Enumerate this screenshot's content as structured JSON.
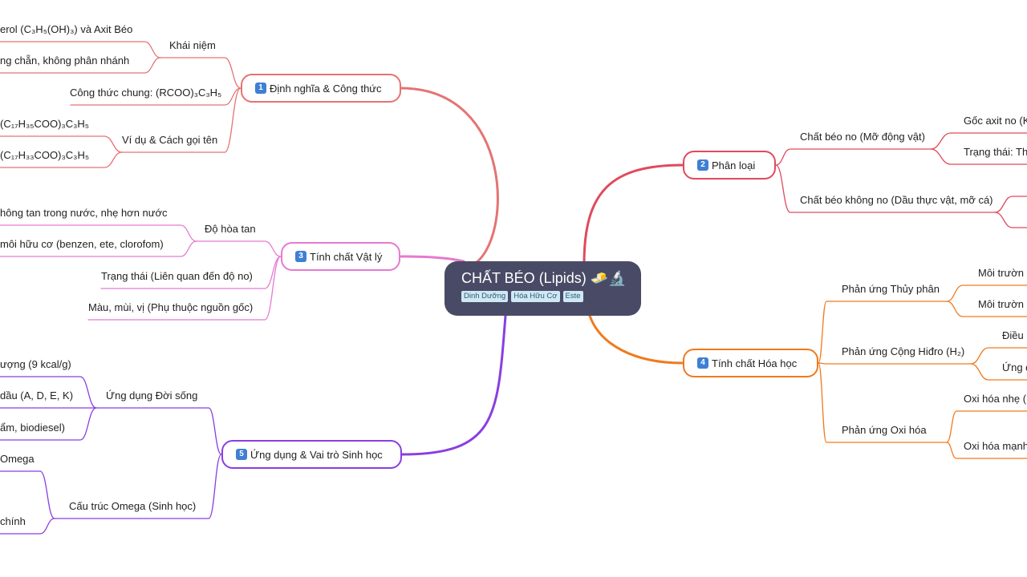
{
  "center": {
    "title": "CHẤT BÉO (Lipids) 🧈🔬",
    "tags": [
      "Dinh Dưỡng",
      "Hóa Hữu Cơ",
      "Este"
    ]
  },
  "branches": [
    {
      "num": "1",
      "label": "Định nghĩa & Công thức",
      "color": "#e57373",
      "children": [
        {
          "label": "Khái niệm",
          "children": [
            "erol (C₃H₅(OH)₃) và Axit Béo",
            "ng chẵn, không phân nhánh"
          ]
        },
        {
          "label": "Công thức chung: (RCOO)₃C₃H₅"
        },
        {
          "label": "Ví dụ & Cách gọi tên",
          "children": [
            "(C₁₇H₃₅COO)₃C₃H₅",
            "(C₁₇H₃₃COO)₃C₃H₅"
          ]
        }
      ]
    },
    {
      "num": "2",
      "label": "Phân loại",
      "color": "#e04a5c",
      "children": [
        {
          "label": "Chất béo no (Mỡ động vật)",
          "children": [
            "Gốc axit no (K",
            "Trạng thái: Th"
          ]
        },
        {
          "label": "Chất béo không no (Dầu thực vật, mỡ cá)",
          "children": [
            "",
            ""
          ]
        }
      ]
    },
    {
      "num": "3",
      "label": "Tính chất Vật lý",
      "color": "#e57ad0",
      "children": [
        {
          "label": "Độ hòa tan",
          "children": [
            "hông tan trong nước, nhẹ hơn nước",
            "môi hữu cơ (benzen, ete, clorofom)"
          ]
        },
        {
          "label": "Trạng thái (Liên quan đến độ no)"
        },
        {
          "label": "Màu, mùi, vị (Phụ thuộc nguồn gốc)"
        }
      ]
    },
    {
      "num": "4",
      "label": "Tính chất Hóa học",
      "color": "#f07a1e",
      "children": [
        {
          "label": "Phản ứng Thủy phân",
          "children": [
            "Môi trườn",
            "Môi trườn"
          ]
        },
        {
          "label": "Phản ứng Cộng Hiđro (H₂)",
          "children": [
            "Điều",
            "Ứng d"
          ]
        },
        {
          "label": "Phản ứng Oxi hóa",
          "children": [
            "Oxi hóa nhẹ (",
            "Oxi hóa mạnh"
          ]
        }
      ]
    },
    {
      "num": "5",
      "label": "Ứng dụng & Vai trò Sinh học",
      "color": "#8a3ee0",
      "children": [
        {
          "label": "Ứng dụng Đời sống",
          "children": [
            "ượng (9 kcal/g)",
            "dầu (A, D, E, K)",
            "ẩm, biodiesel)"
          ]
        },
        {
          "label": "Cấu trúc Omega (Sinh học)",
          "children": [
            "Omega",
            "",
            "chính"
          ]
        }
      ]
    }
  ]
}
